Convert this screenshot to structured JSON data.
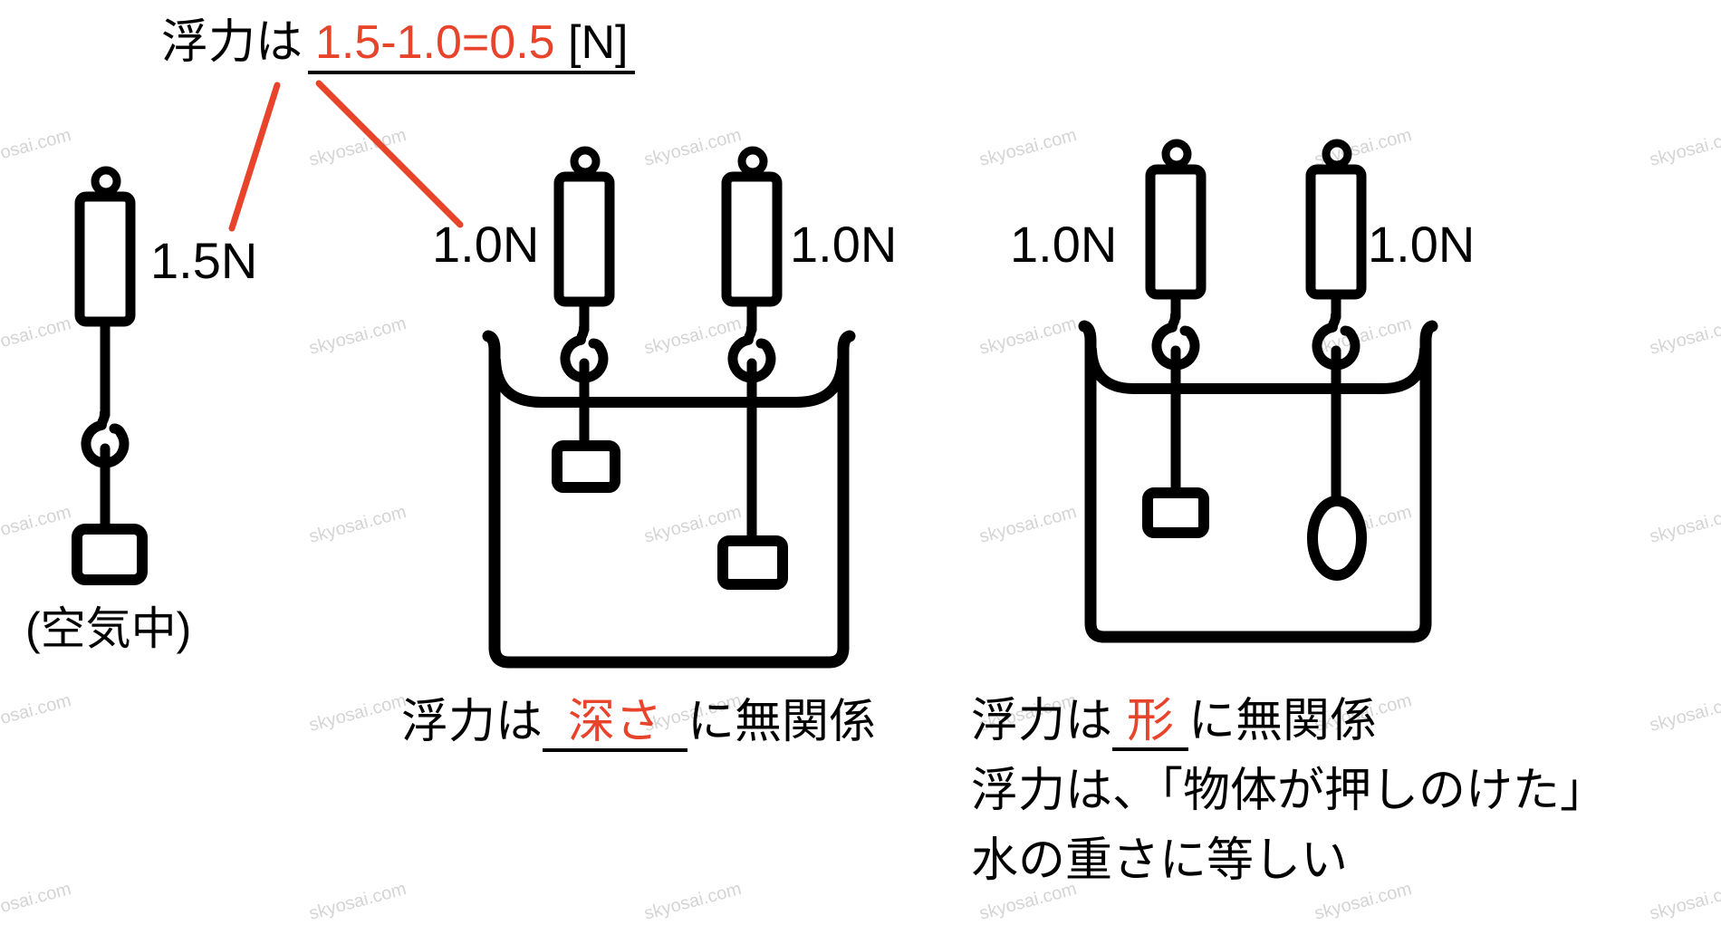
{
  "title_formula": {
    "prefix": "浮力は",
    "highlight": "1.5-1.0=0.5",
    "unit": "[N]"
  },
  "air_column": {
    "reading": "1.5N",
    "caption": "(空気中)"
  },
  "depth_group": {
    "left_reading": "1.0N",
    "right_reading": "1.0N",
    "caption": {
      "prefix": "浮力は",
      "highlight": "深さ",
      "suffix": "に無関係"
    }
  },
  "shape_group": {
    "left_reading": "1.0N",
    "right_reading": "1.0N",
    "caption": {
      "prefix": "浮力は",
      "highlight": "形",
      "suffix": "に無関係"
    },
    "note_line1": "浮力は、「物体が押しのけた」",
    "note_line2": "水の重さに等しい"
  },
  "watermark": {
    "text": "skyosai.com"
  },
  "colors": {
    "highlight_red": "#e8432b",
    "ink_black": "#000000",
    "watermark_gray": "#b9b9b9"
  }
}
